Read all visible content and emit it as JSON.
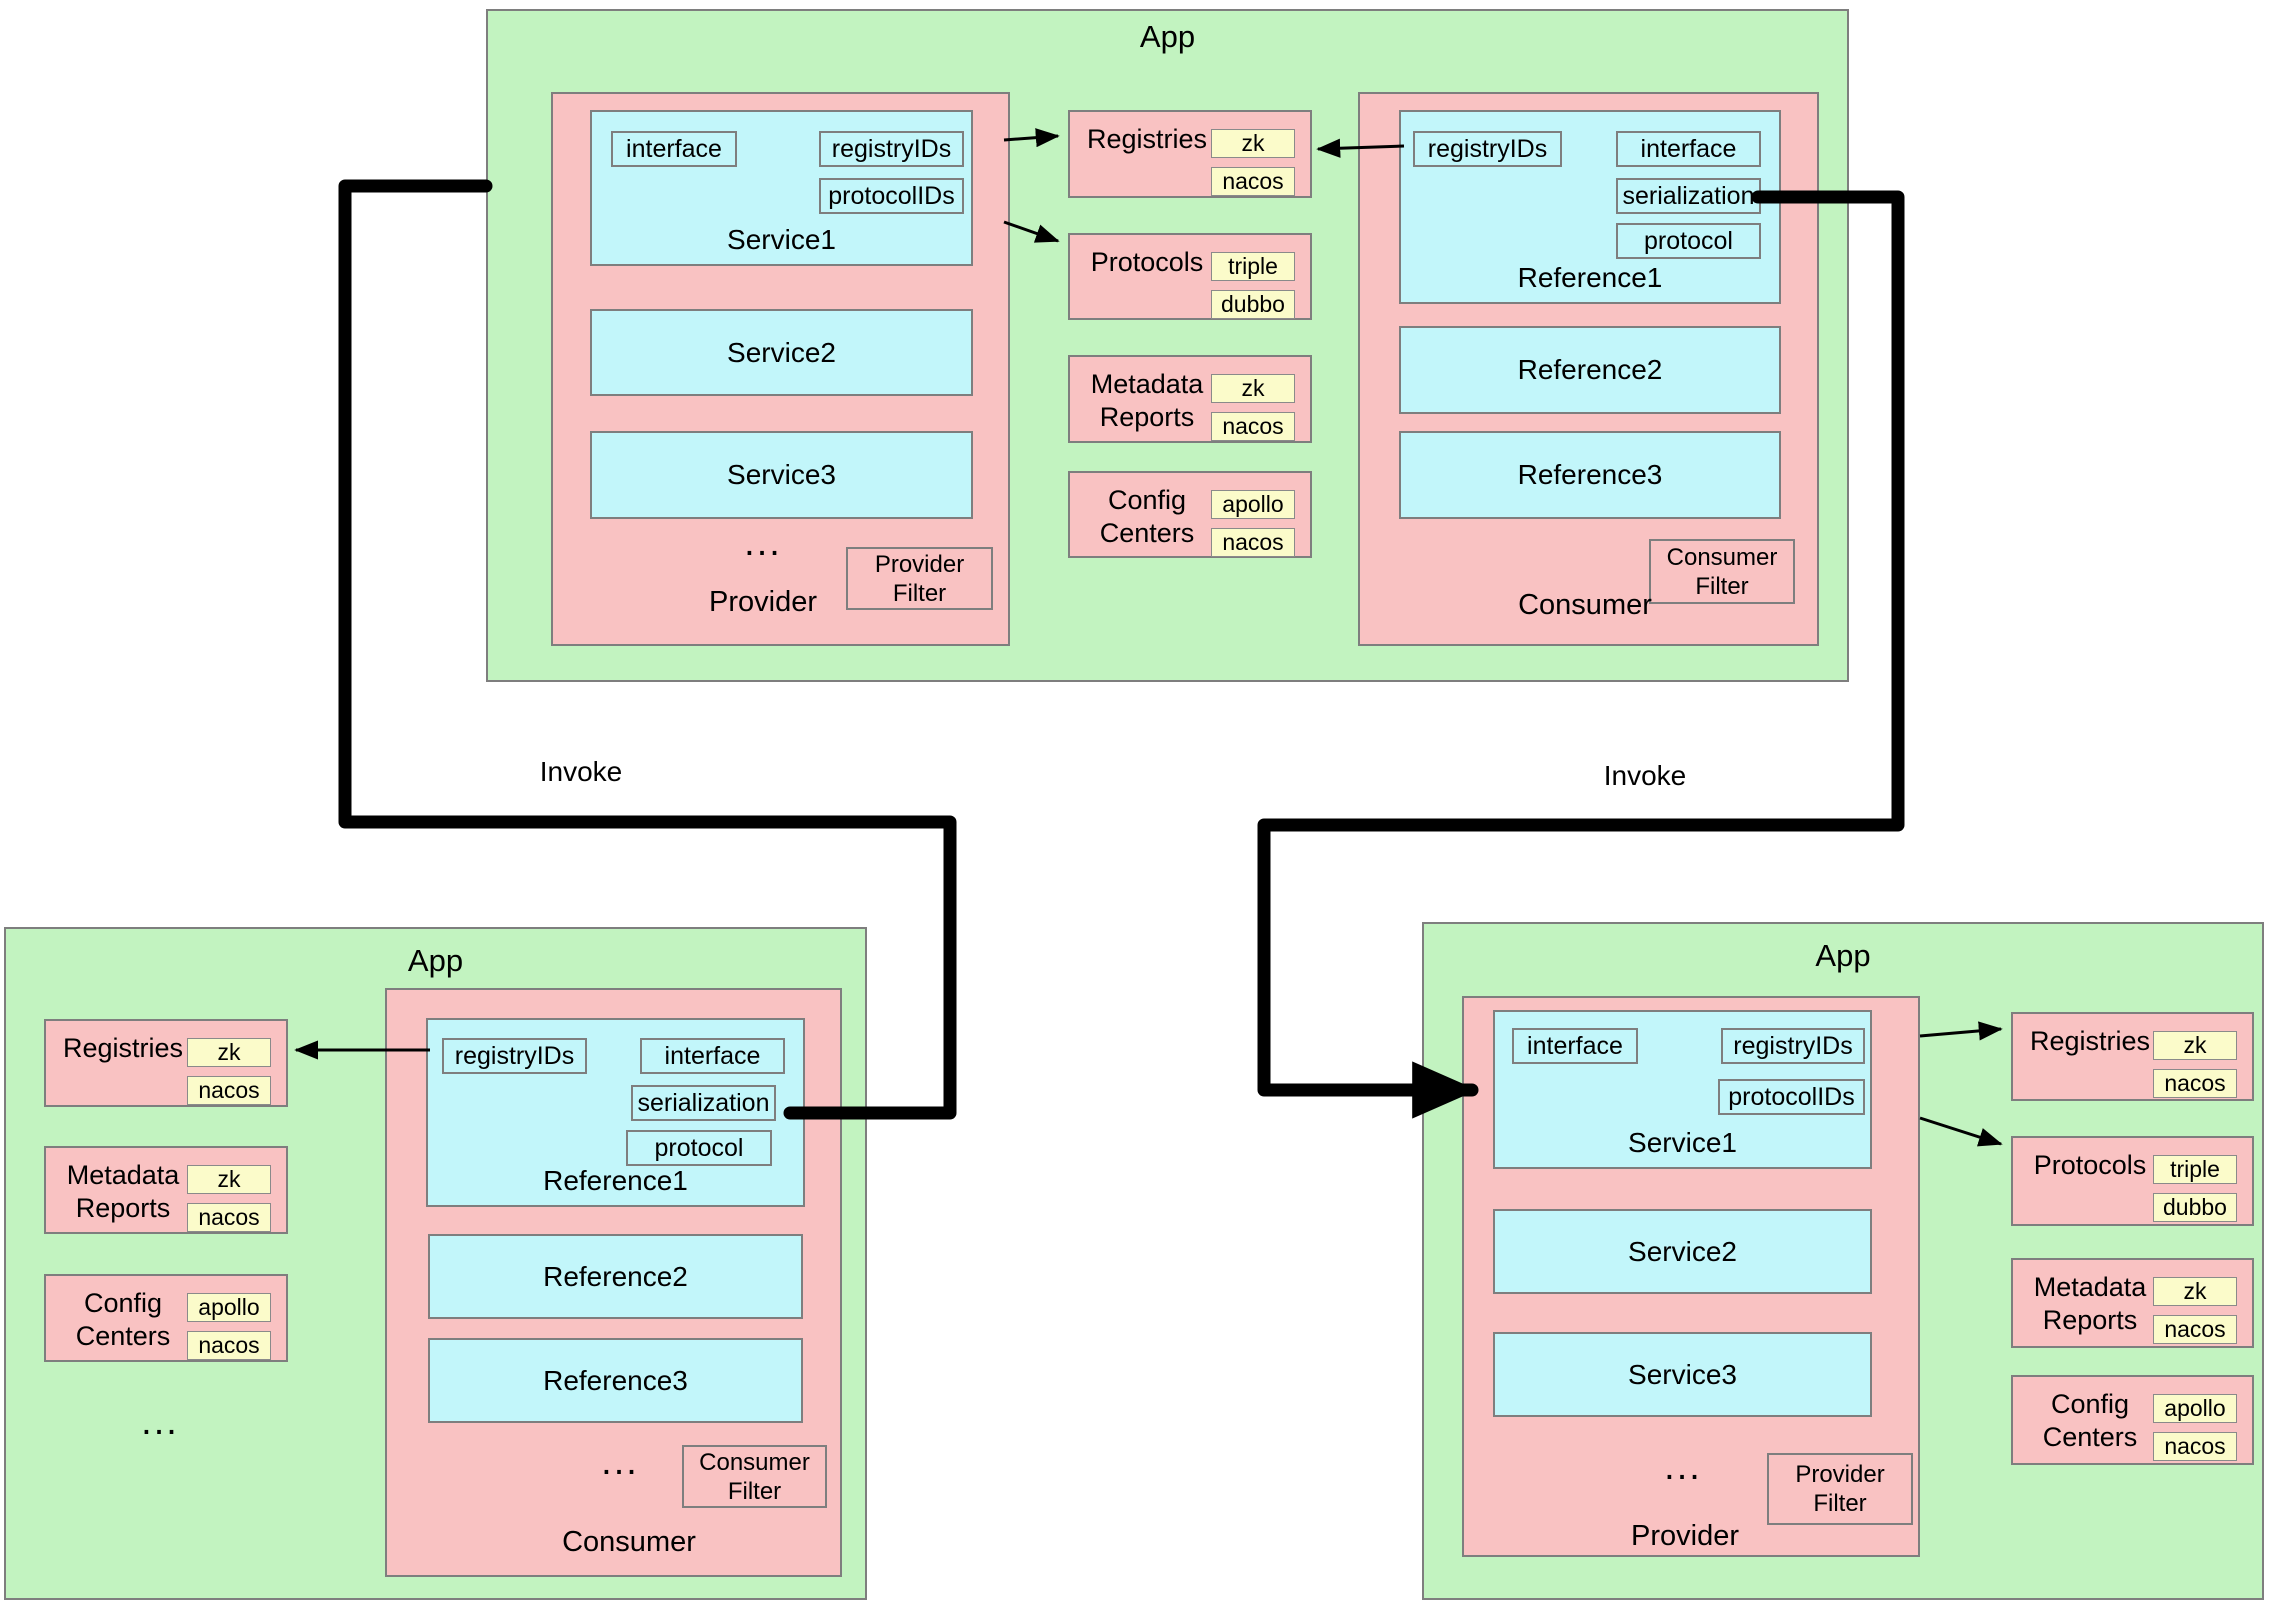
{
  "colors": {
    "app_green": "#c2f3c0",
    "panel_pink": "#f9c2c2",
    "box_cyan": "#c2f6fa",
    "chip_yellow": "#fbfbca",
    "border_gray": "#7e7e7e"
  },
  "diagram": {
    "invoke_left": "Invoke",
    "invoke_right": "Invoke"
  },
  "apps": {
    "top": {
      "title": "App",
      "provider": {
        "label": "Provider",
        "dots": "...",
        "filter_label": "Provider Filter",
        "service1": {
          "name": "Service1",
          "interface": "interface",
          "registry_ids": "registryIDs",
          "protocol_ids": "protocolIDs"
        },
        "service2": "Service2",
        "service3": "Service3"
      },
      "consumer": {
        "label": "Consumer",
        "dots": "...",
        "filter_label": "Consumer Filter",
        "reference1": {
          "name": "Reference1",
          "registry_ids": "registryIDs",
          "interface": "interface",
          "serialization": "serialization",
          "protocol": "protocol"
        },
        "reference2": "Reference2",
        "reference3": "Reference3"
      },
      "registries": {
        "label": "Registries",
        "items": [
          "zk",
          "nacos"
        ]
      },
      "protocols": {
        "label": "Protocols",
        "items": [
          "triple",
          "dubbo"
        ]
      },
      "metadata": {
        "label": "Metadata Reports",
        "items": [
          "zk",
          "nacos"
        ]
      },
      "config": {
        "label": "Config Centers",
        "items": [
          "apollo",
          "nacos"
        ]
      }
    },
    "bottom_left": {
      "title": "App",
      "dots": "...",
      "registries": {
        "label": "Registries",
        "items": [
          "zk",
          "nacos"
        ]
      },
      "metadata": {
        "label": "Metadata Reports",
        "items": [
          "zk",
          "nacos"
        ]
      },
      "config": {
        "label": "Config Centers",
        "items": [
          "apollo",
          "nacos"
        ]
      },
      "consumer": {
        "label": "Consumer",
        "dots": "...",
        "filter_label": "Consumer Filter",
        "reference1": {
          "name": "Reference1",
          "registry_ids": "registryIDs",
          "interface": "interface",
          "serialization": "serialization",
          "protocol": "protocol"
        },
        "reference2": "Reference2",
        "reference3": "Reference3"
      }
    },
    "bottom_right": {
      "title": "App",
      "provider": {
        "label": "Provider",
        "dots": "...",
        "filter_label": "Provider Filter",
        "service1": {
          "name": "Service1",
          "interface": "interface",
          "registry_ids": "registryIDs",
          "protocol_ids": "protocolIDs"
        },
        "service2": "Service2",
        "service3": "Service3"
      },
      "registries": {
        "label": "Registries",
        "items": [
          "zk",
          "nacos"
        ]
      },
      "protocols": {
        "label": "Protocols",
        "items": [
          "triple",
          "dubbo"
        ]
      },
      "metadata": {
        "label": "Metadata Reports",
        "items": [
          "zk",
          "nacos"
        ]
      },
      "config": {
        "label": "Config Centers",
        "items": [
          "apollo",
          "nacos"
        ]
      }
    }
  }
}
